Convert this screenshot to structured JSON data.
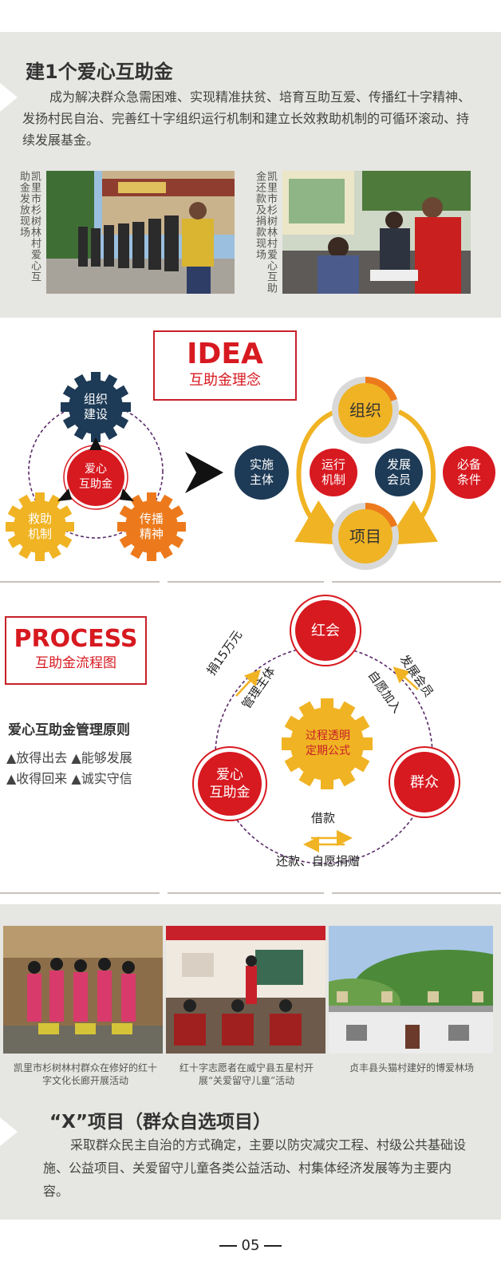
{
  "section1": {
    "title": "建1个爱心互助金",
    "intro": "成为解决群众急需困难、实现精准扶贫、培育互助互爱、传播红十字精神、发扬村民自治、完善红十字组织运行机制和建立长效救助机制的可循环滚动、持续发展基金。",
    "photo1_caption": "凯里市杉树林村爱心互助金发放现场",
    "photo2_caption": "凯里市杉树林村爱心互助金还款及捐款现场"
  },
  "idea": {
    "title": "IDEA",
    "subtitle": "互助金理念",
    "gear_top": "组织\n建设",
    "gear_left": "救助\n机制",
    "gear_right": "传播\n精神",
    "center": "爱心\n互助金",
    "shishi": "实施\n主体",
    "zuzhi": "组织",
    "yunxing": "运行\n机制",
    "fazhan": "发展\n会员",
    "xiangmu": "项目",
    "bibei": "必备\n条件"
  },
  "process": {
    "title": "PROCESS",
    "subtitle": "互助金流程图",
    "principle_title": "爱心互助金管理原则",
    "principles_row1": "▲放得出去 ▲能够发展",
    "principles_row2": "▲收得回来 ▲诚实守信",
    "node_top": "红会",
    "node_left": "爱心\n互助金",
    "node_right": "群众",
    "gear_center": "过程透明\n定期公式",
    "label_donate": "捐15万元",
    "label_manage": "管理主体",
    "label_develop": "发展会员",
    "label_voluntary": "自愿加入",
    "label_loan": "借款",
    "label_repay": "还款、自愿捐赠"
  },
  "section3": {
    "caption1": "凯里市杉树林村群众在修好的红十字文化长廊开展活动",
    "caption2": "红十字志愿者在威宁县五星村开展“关爱留守儿童”活动",
    "caption3": "贞丰县头猫村建好的博爱林场",
    "x_title": "“X”项目（群众自选项目）",
    "x_body": "采取群众民主自治的方式确定，主要以防灾减灾工程、村级公共基础设施、公益项目、关爱留守儿童各类公益活动、村集体经济发展等为主要内容。"
  },
  "page_number": "05",
  "colors": {
    "red": "#d71920",
    "navy": "#1d3a56",
    "gold": "#f0b323",
    "orange": "#ec7a1c",
    "dashed": "#5a2a6a"
  }
}
